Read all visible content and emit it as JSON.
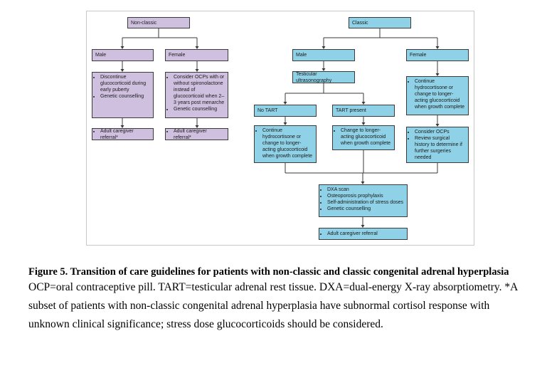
{
  "nonclassic": {
    "title": "Non-classic",
    "male": {
      "label": "Male",
      "items": [
        "Discontinue glucocorticoid during early puberty",
        "Genetic counselling"
      ],
      "referral": "Adult caregiver referral*"
    },
    "female": {
      "label": "Female",
      "items": [
        "Consider OCPs with or without spironolactone instead of glucocorticoid when 2–3 years post menarche",
        "Genetic counselling"
      ],
      "referral": "Adult caregiver referral*"
    }
  },
  "classic": {
    "title": "Classic",
    "male": {
      "label": "Male",
      "ultrasound": "Testicular ultrasonography",
      "no_tart": {
        "label": "No TART",
        "items": [
          "Continue hydrocortisone or change to longer-acting glucocorticoid when growth complete"
        ]
      },
      "tart_present": {
        "label": "TART present",
        "items": [
          "Change to longer-acting glucocorticoid when growth complete"
        ]
      }
    },
    "female": {
      "label": "Female",
      "items1": [
        "Continue hydrocortisone or change to longer-acting glucocorticoid when growth complete"
      ],
      "items2": [
        "Consider OCPs",
        "Review surgical history to determine if further surgeries needed"
      ]
    },
    "common": {
      "items": [
        "DXA scan",
        "Osteoporosis prophylaxis",
        "Self-administration of stress doses",
        "Genetic counselling"
      ],
      "referral": "Adult caregiver referral"
    }
  },
  "colors": {
    "nonclassic_fill": "#cfc0e0",
    "classic_fill": "#8fd1e6",
    "border": "#3a3a3a"
  },
  "caption": {
    "title": "Figure 5. Transition of care guidelines for patients with non-classic and classic congenital adrenal hyperplasia",
    "body": "OCP=oral contraceptive pill. TART=testicular adrenal rest tissue. DXA=dual-energy X-ray absorptiometry. *A subset of patients with non-classic congenital adrenal hyperplasia have subnormal cortisol response with unknown clinical significance; stress dose glucocorticoids should be considered."
  }
}
